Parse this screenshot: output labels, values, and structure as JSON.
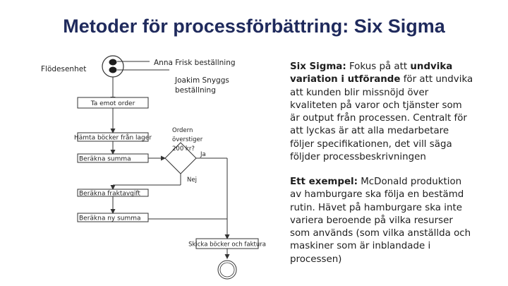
{
  "title": "Metoder för processförbättring: Six Sigma",
  "flowchart": {
    "unit_label": "Flödesenhet",
    "person1": "Anna Frisk beställning",
    "person2_line1": "Joakim Snyggs",
    "person2_line2": "beställning",
    "step_receive": "Ta emot order",
    "step_fetch": "Hämta böcker från lager",
    "step_calc": "Beräkna summa",
    "decision_line1": "Ordern",
    "decision_line2": "överstiger",
    "decision_line3": "200 kr?",
    "yes": "Ja",
    "no": "Nej",
    "step_shipping": "Beräkna fraktavgift",
    "step_newsum": "Beräkna ny summa",
    "step_send": "Skicka böcker och faktura"
  },
  "text_blocks": {
    "block1": {
      "lead": "Six Sigma:",
      "l1a": " Fokus på att ",
      "l1b": "undvika",
      "l2": "variation i utförande",
      "l2b": " för att undvika",
      "l3": "att kunden blir missnöjd över",
      "l4": "kvaliteten på varor och tjänster som",
      "l5": "är output från processen. Centralt för",
      "l6": "att lyckas är att alla medarbetare",
      "l7": "följer specifikationen, det vill säga",
      "l8": "följder processbeskrivningen"
    },
    "block2": {
      "lead": "Ett exempel:",
      "l1": " McDonald produktion",
      "l2": "av hamburgare ska följa en bestämd",
      "l3": "rutin. Hävet på hamburgare ska inte",
      "l4": "variera beroende på vilka resurser",
      "l5": "som används (som vilka anställda och",
      "l6": "maskiner som är inblandade i",
      "l7": "processen)"
    }
  }
}
